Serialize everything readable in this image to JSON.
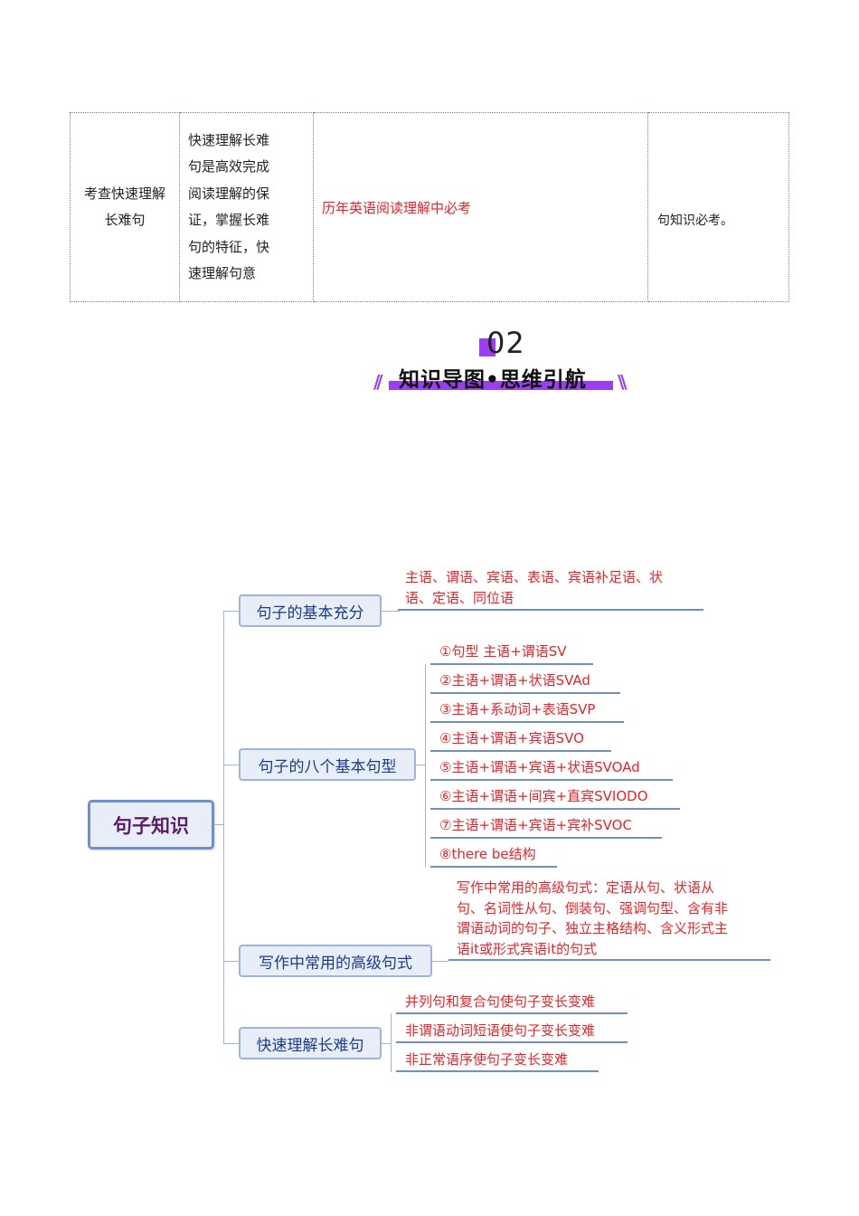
{
  "table": {
    "row": {
      "col1": [
        "考查快速理解",
        "长难句"
      ],
      "col2": [
        "快速理解长难",
        "句是高效完成",
        "阅读理解的保",
        "证，掌握长难",
        "句的特征，快",
        "速理解句意"
      ],
      "col3": "历年英语阅读理解中必考",
      "col4": "句知识必考。"
    }
  },
  "section": {
    "number": "02",
    "title": "知识导图•思维引航",
    "accent_color": "#9b3df0"
  },
  "mindmap": {
    "root": "句子知识",
    "branches": [
      {
        "label": "句子的基本充分",
        "leaves_text": [
          "主语、谓语、宾语、表语、宾语补足语、状",
          "语、定语、同位语"
        ]
      },
      {
        "label": "句子的八个基本句型",
        "leaves": [
          "①句型 主语+谓语SV",
          "②主语+谓语+状语SVAd",
          "③主语+系动词+表语SVP",
          "④主语+谓语+宾语SVO",
          "⑤主语+谓语+宾语+状语SVOAd",
          "⑥主语+谓语+间宾+直宾SVIODO",
          "⑦主语+谓语+宾语+宾补SVOC",
          "⑧there be结构"
        ]
      },
      {
        "label": "写作中常用的高级句式",
        "leaves_text": [
          "写作中常用的高级句式：定语从句、状语从",
          "句、名词性从句、倒装句、强调句型、含有非",
          "谓语动词的句子、独立主格结构、含义形式主",
          "语it或形式宾语it的句式"
        ]
      },
      {
        "label": "快速理解长难句",
        "leaves": [
          "并列句和复合句使句子变长变难",
          "非谓语动词短语使句子变长变难",
          "非正常语序使句子变长变难"
        ]
      }
    ],
    "colors": {
      "branch_text": "#1c3c8a",
      "leaf_text": "#e8242a",
      "root_text": "#5a1d66",
      "line": "#6f8fc8"
    }
  }
}
